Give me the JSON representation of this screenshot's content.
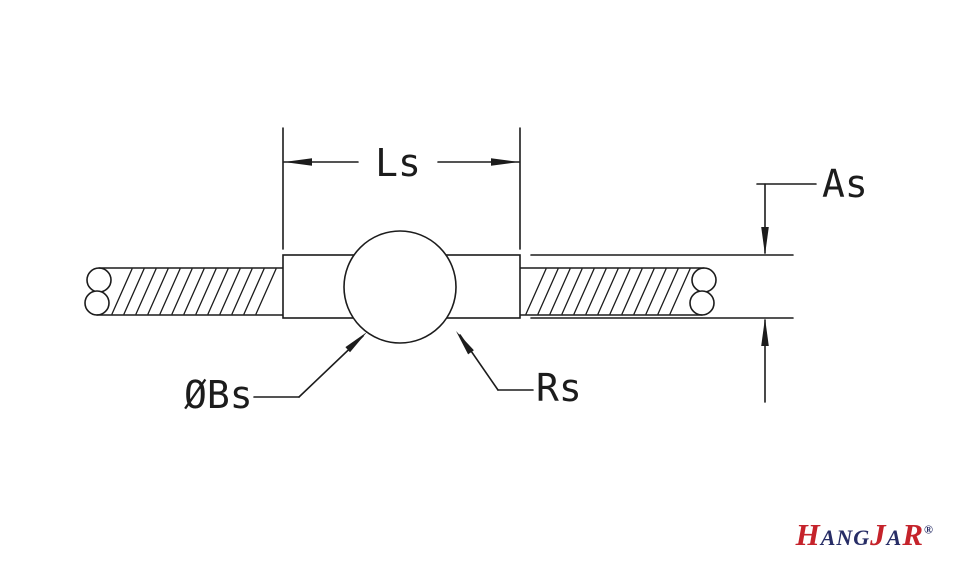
{
  "drawing": {
    "dimension_labels": {
      "length": "Ls",
      "height": "As",
      "ball_diameter": "ØBs",
      "radius": "Rs"
    }
  },
  "logo": {
    "seg1": "H",
    "seg2": "ang",
    "seg3": "J",
    "seg4": "a",
    "seg5": "R",
    "registered": "®"
  },
  "colors": {
    "line": "#1c1c1c",
    "background": "#ffffff",
    "logo_red": "#c5232b",
    "logo_navy": "#272d66"
  }
}
